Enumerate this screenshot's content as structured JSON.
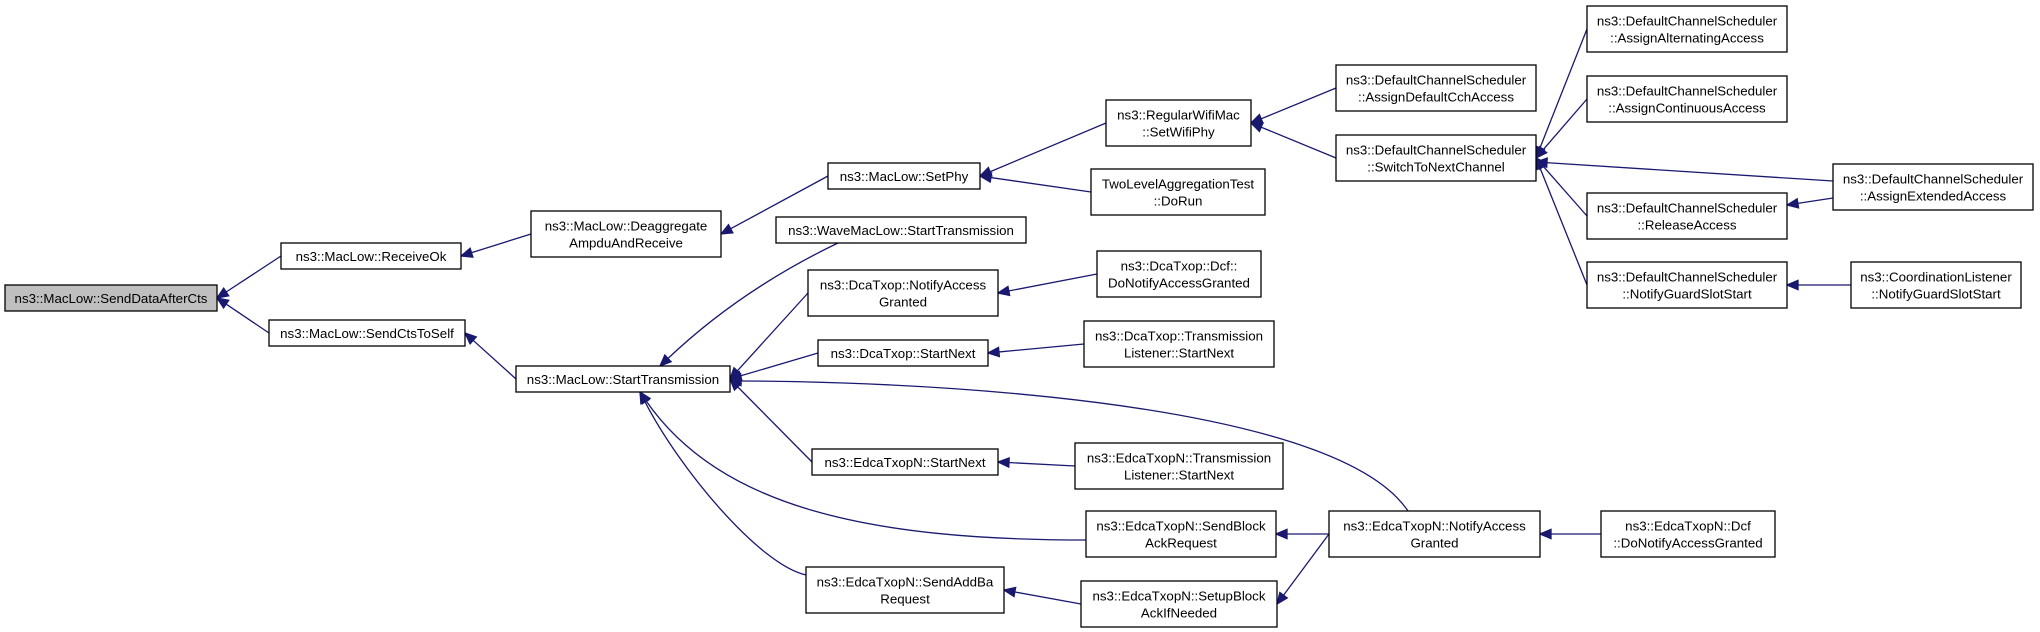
{
  "nodes": [
    {
      "id": "n0",
      "lines": [
        "ns3::MacLow::SendDataAfterCts"
      ],
      "root": true
    },
    {
      "id": "n1",
      "lines": [
        "ns3::MacLow::ReceiveOk"
      ]
    },
    {
      "id": "n2",
      "lines": [
        "ns3::MacLow::SendCtsToSelf"
      ]
    },
    {
      "id": "n3",
      "lines": [
        "ns3::MacLow::Deaggregate",
        "AmpduAndReceive"
      ]
    },
    {
      "id": "n4",
      "lines": [
        "ns3::MacLow::StartTransmission"
      ]
    },
    {
      "id": "n5",
      "lines": [
        "ns3::MacLow::SetPhy"
      ]
    },
    {
      "id": "n6",
      "lines": [
        "ns3::RegularWifiMac",
        "::SetWifiPhy"
      ]
    },
    {
      "id": "n7",
      "lines": [
        "TwoLevelAggregationTest",
        "::DoRun"
      ]
    },
    {
      "id": "n8",
      "lines": [
        "ns3::DefaultChannelScheduler",
        "::AssignDefaultCchAccess"
      ]
    },
    {
      "id": "n9",
      "lines": [
        "ns3::DefaultChannelScheduler",
        "::SwitchToNextChannel"
      ]
    },
    {
      "id": "n10",
      "lines": [
        "ns3::DefaultChannelScheduler",
        "::AssignAlternatingAccess"
      ]
    },
    {
      "id": "n11",
      "lines": [
        "ns3::DefaultChannelScheduler",
        "::AssignContinuousAccess"
      ]
    },
    {
      "id": "n12",
      "lines": [
        "ns3::DefaultChannelScheduler",
        "::AssignExtendedAccess"
      ]
    },
    {
      "id": "n13",
      "lines": [
        "ns3::DefaultChannelScheduler",
        "::ReleaseAccess"
      ]
    },
    {
      "id": "n14",
      "lines": [
        "ns3::DefaultChannelScheduler",
        "::NotifyGuardSlotStart"
      ]
    },
    {
      "id": "n15",
      "lines": [
        "ns3::CoordinationListener",
        "::NotifyGuardSlotStart"
      ]
    },
    {
      "id": "n16",
      "lines": [
        "ns3::WaveMacLow::StartTransmission"
      ]
    },
    {
      "id": "n17",
      "lines": [
        "ns3::DcaTxop::NotifyAccess",
        "Granted"
      ]
    },
    {
      "id": "n18",
      "lines": [
        "ns3::DcaTxop::Dcf::",
        "DoNotifyAccessGranted"
      ]
    },
    {
      "id": "n19",
      "lines": [
        "ns3::DcaTxop::StartNext"
      ]
    },
    {
      "id": "n20",
      "lines": [
        "ns3::DcaTxop::Transmission",
        "Listener::StartNext"
      ]
    },
    {
      "id": "n21",
      "lines": [
        "ns3::EdcaTxopN::StartNext"
      ]
    },
    {
      "id": "n22",
      "lines": [
        "ns3::EdcaTxopN::Transmission",
        "Listener::StartNext"
      ]
    },
    {
      "id": "n23",
      "lines": [
        "ns3::EdcaTxopN::SendBlock",
        "AckRequest"
      ]
    },
    {
      "id": "n24",
      "lines": [
        "ns3::EdcaTxopN::NotifyAccess",
        "Granted"
      ]
    },
    {
      "id": "n25",
      "lines": [
        "ns3::EdcaTxopN::Dcf",
        "::DoNotifyAccessGranted"
      ]
    },
    {
      "id": "n26",
      "lines": [
        "ns3::EdcaTxopN::SendAddBa",
        "Request"
      ]
    },
    {
      "id": "n27",
      "lines": [
        "ns3::EdcaTxopN::SetupBlock",
        "AckIfNeeded"
      ]
    }
  ],
  "edges": [
    {
      "from": "n1",
      "to": "n0"
    },
    {
      "from": "n2",
      "to": "n0"
    },
    {
      "from": "n3",
      "to": "n1"
    },
    {
      "from": "n4",
      "to": "n2"
    },
    {
      "from": "n5",
      "to": "n3"
    },
    {
      "from": "n6",
      "to": "n5"
    },
    {
      "from": "n7",
      "to": "n5"
    },
    {
      "from": "n8",
      "to": "n6"
    },
    {
      "from": "n9",
      "to": "n6"
    },
    {
      "from": "n10",
      "to": "n9"
    },
    {
      "from": "n11",
      "to": "n9"
    },
    {
      "from": "n12",
      "to": "n9"
    },
    {
      "from": "n13",
      "to": "n9"
    },
    {
      "from": "n14",
      "to": "n9"
    },
    {
      "from": "n12",
      "to": "n13"
    },
    {
      "from": "n15",
      "to": "n14"
    },
    {
      "from": "n16",
      "to": "n4"
    },
    {
      "from": "n17",
      "to": "n4"
    },
    {
      "from": "n19",
      "to": "n4"
    },
    {
      "from": "n24",
      "to": "n4"
    },
    {
      "from": "n21",
      "to": "n4"
    },
    {
      "from": "n23",
      "to": "n4"
    },
    {
      "from": "n26",
      "to": "n4"
    },
    {
      "from": "n18",
      "to": "n17"
    },
    {
      "from": "n20",
      "to": "n19"
    },
    {
      "from": "n22",
      "to": "n21"
    },
    {
      "from": "n24",
      "to": "n23"
    },
    {
      "from": "n25",
      "to": "n24"
    },
    {
      "from": "n27",
      "to": "n26"
    },
    {
      "from": "n24",
      "to": "n27"
    }
  ]
}
